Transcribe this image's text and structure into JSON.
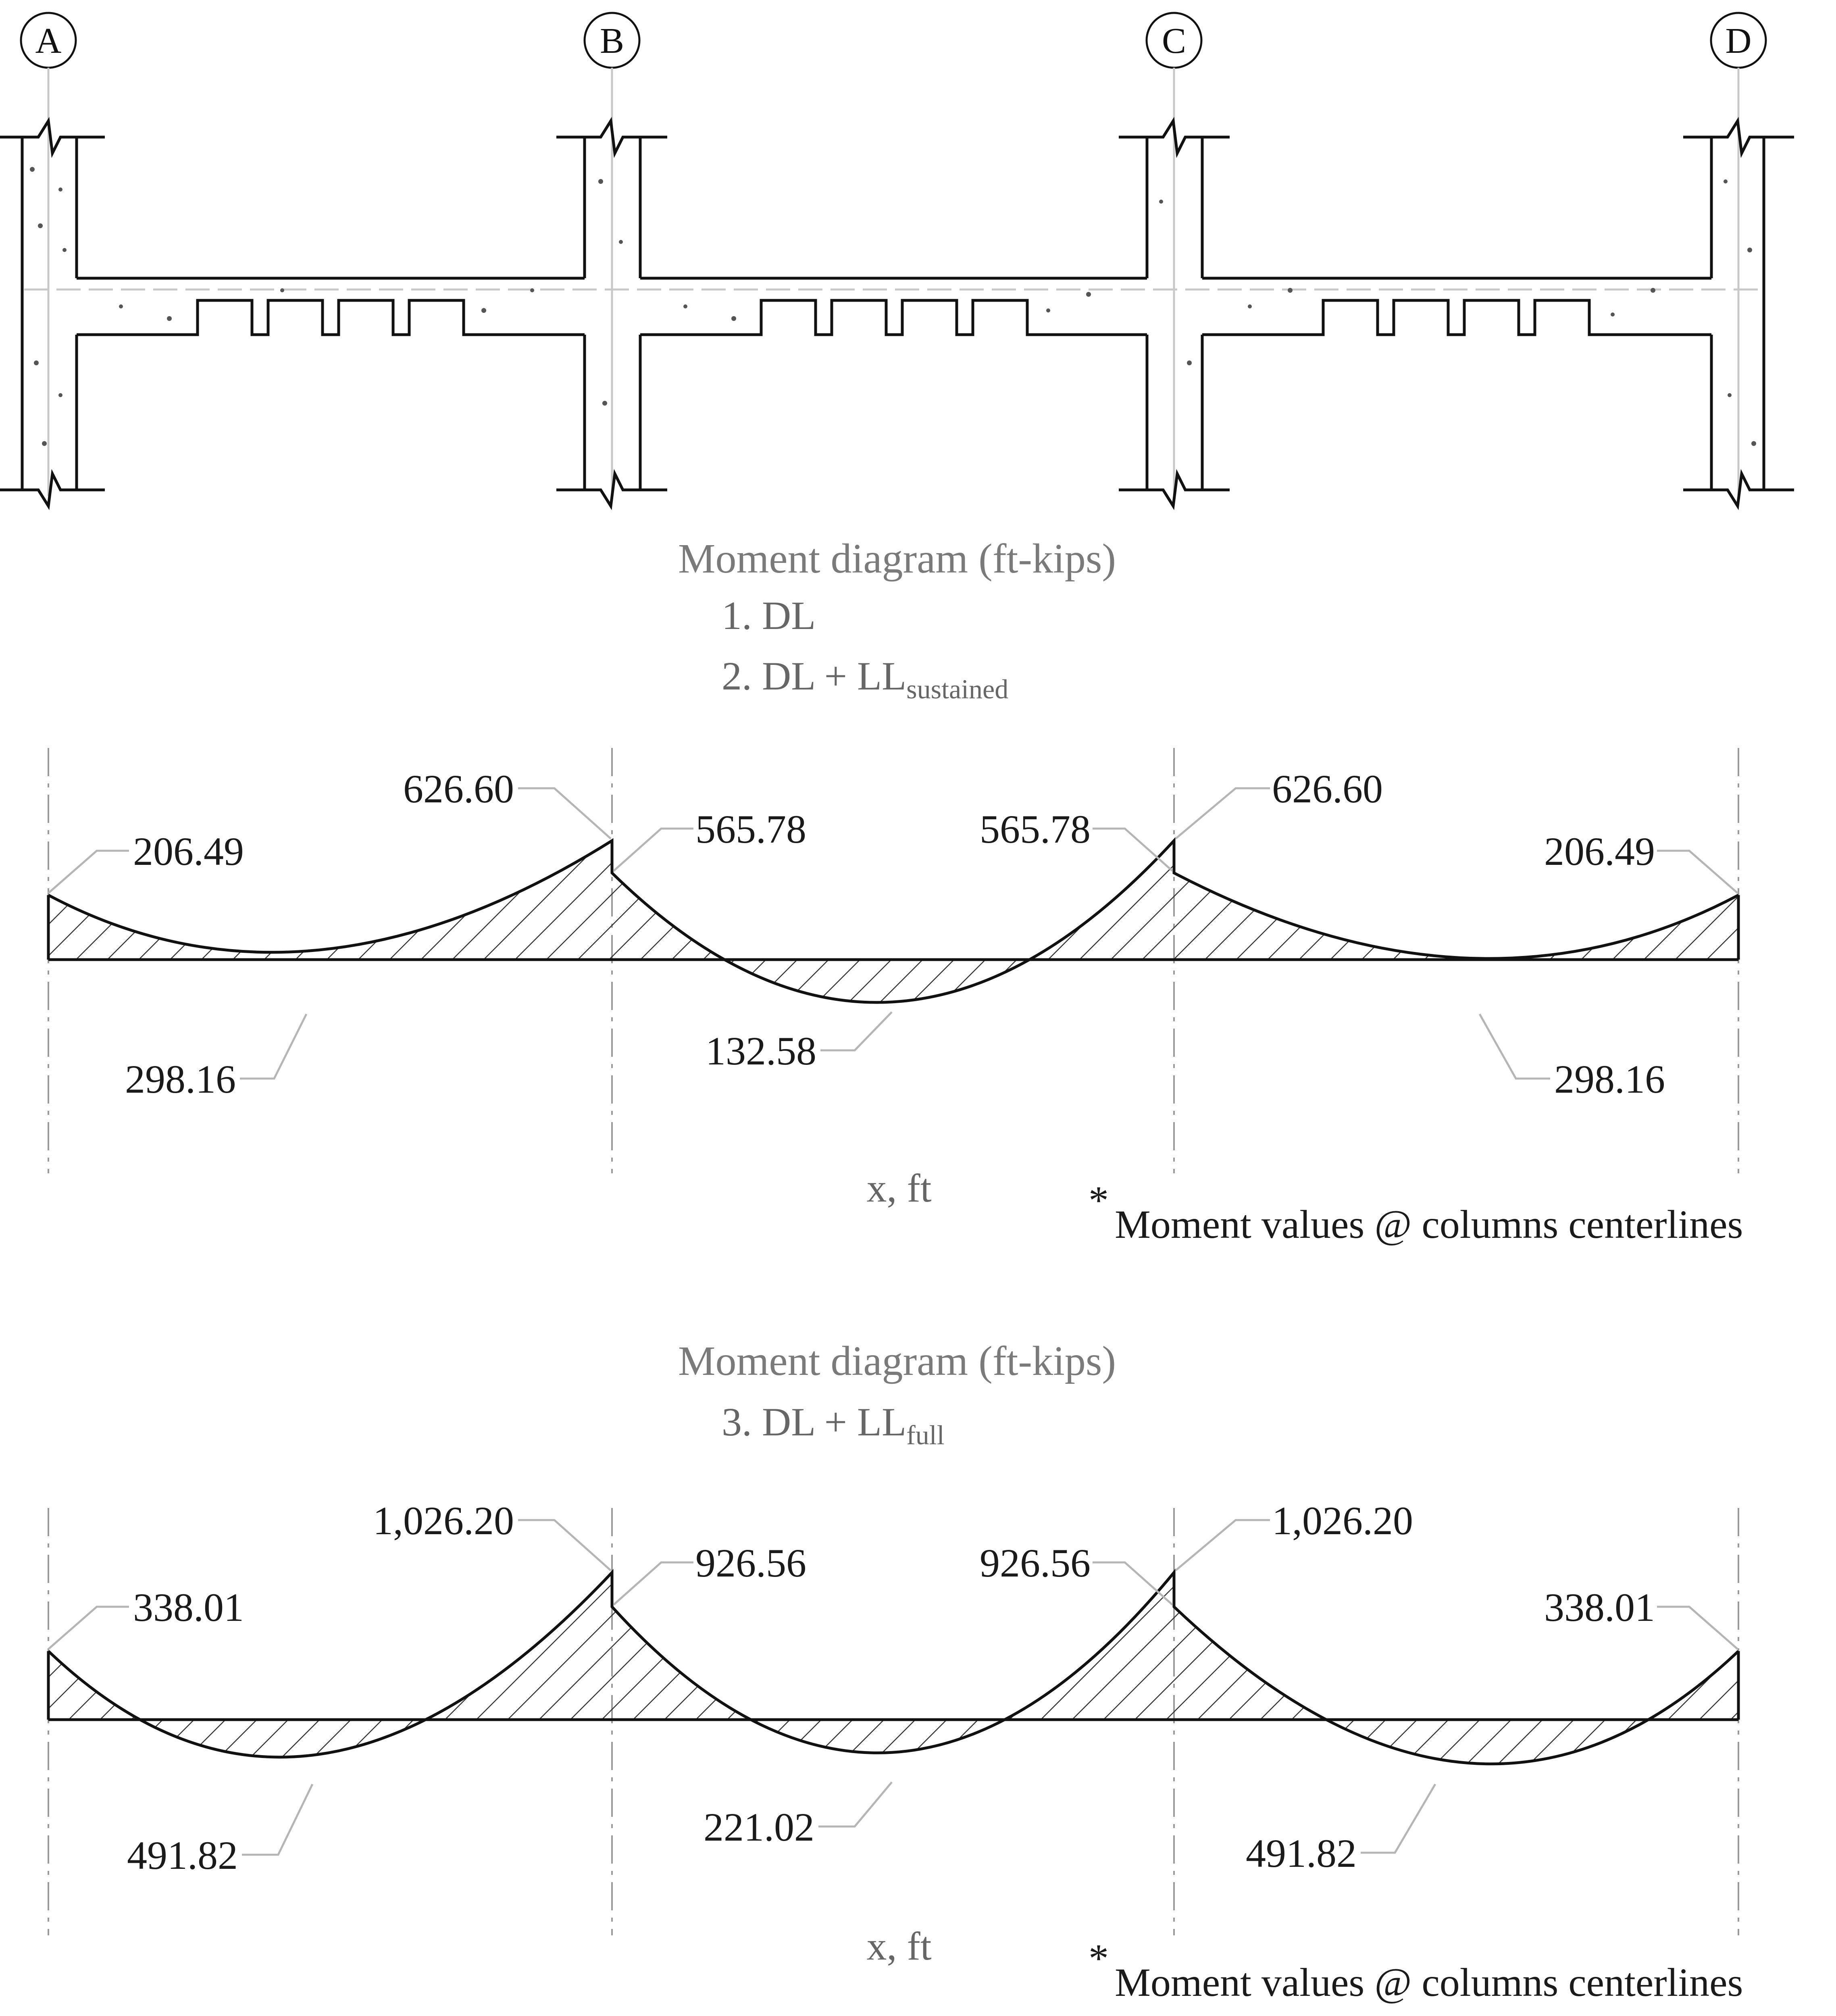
{
  "gridlines": [
    "A",
    "B",
    "C",
    "D"
  ],
  "diagram1": {
    "title": "Moment diagram  (ft-kips)",
    "case1": "1. DL",
    "case2_main": "2. DL + LL",
    "case2_sub": "sustained",
    "xlabel": "x, ft",
    "note_star": "*",
    "note": "Moment values @ columns centerlines",
    "labels": {
      "a_top": "206.49",
      "b_left_top": "626.60",
      "b_right_top": "565.78",
      "c_left_top": "565.78",
      "c_right_top": "626.60",
      "d_top": "206.49",
      "span1_bottom": "298.16",
      "span2_bottom": "132.58",
      "span3_bottom": "298.16"
    }
  },
  "diagram2": {
    "title": "Moment diagram  (ft-kips)",
    "case3_main": "3. DL + LL",
    "case3_sub": "full",
    "xlabel": "x, ft",
    "note_star": "*",
    "note": "Moment values @ columns centerlines",
    "labels": {
      "a_top": "338.01",
      "b_left_top": "1,026.20",
      "b_right_top": "926.56",
      "c_left_top": "926.56",
      "c_right_top": "1,026.20",
      "d_top": "338.01",
      "span1_bottom": "491.82",
      "span2_bottom": "221.02",
      "span3_bottom": "491.82"
    }
  },
  "colors": {
    "line": "#111111",
    "leader": "#b5b5b5",
    "title": "#7a7a7a"
  }
}
